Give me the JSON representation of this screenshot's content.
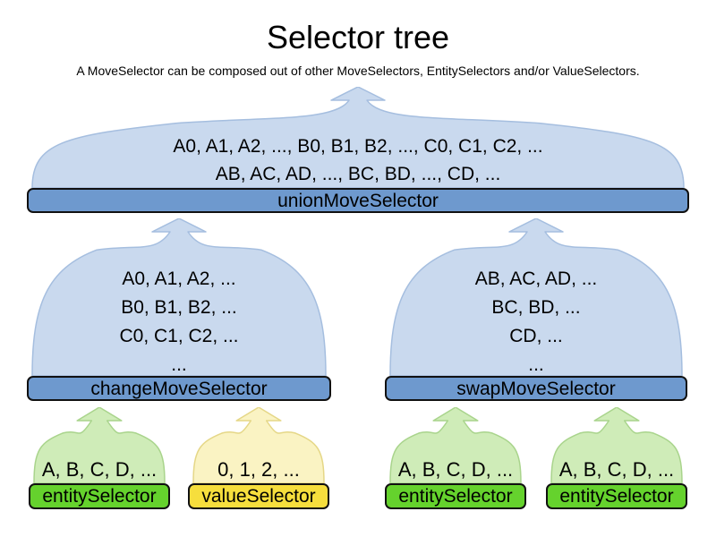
{
  "title": "Selector tree",
  "subtitle": "A MoveSelector can be composed out of other MoveSelectors, EntitySelectors and/or ValueSelectors.",
  "colors": {
    "blue_arch_fill": "#c9d9ee",
    "blue_arch_stroke": "#a5bedf",
    "blue_bar_fill": "#6e99ce",
    "green_arch_fill": "#cfecb8",
    "green_arch_stroke": "#a9d48c",
    "green_bar_fill": "#65d22d",
    "yellow_arch_fill": "#faf3c3",
    "yellow_arch_stroke": "#e5d787",
    "yellow_bar_fill": "#f6de3d",
    "bar_border": "#111111",
    "text": "#000000"
  },
  "nodes": [
    {
      "id": "union",
      "label": "unionMoveSelector",
      "color": "blue",
      "items": [
        "A0, A1, A2, ..., B0, B1, B2, ..., C0, C1, C2, ...",
        "AB, AC, AD, ..., BC, BD, ..., CD, ..."
      ]
    },
    {
      "id": "change",
      "label": "changeMoveSelector",
      "color": "blue",
      "items": [
        "A0, A1, A2, ...",
        "B0, B1, B2, ...",
        "C0, C1, C2, ...",
        "..."
      ]
    },
    {
      "id": "swap",
      "label": "swapMoveSelector",
      "color": "blue",
      "items": [
        "AB, AC, AD, ...",
        "BC, BD, ...",
        "CD, ...",
        "..."
      ]
    },
    {
      "id": "entity1",
      "label": "entitySelector",
      "color": "green",
      "items": [
        "A, B, C, D, ..."
      ]
    },
    {
      "id": "value1",
      "label": "valueSelector",
      "color": "yellow",
      "items": [
        "0, 1, 2, ..."
      ]
    },
    {
      "id": "entity2",
      "label": "entitySelector",
      "color": "green",
      "items": [
        "A, B, C, D, ..."
      ]
    },
    {
      "id": "entity3",
      "label": "entitySelector",
      "color": "green",
      "items": [
        "A, B, C, D, ..."
      ]
    }
  ]
}
